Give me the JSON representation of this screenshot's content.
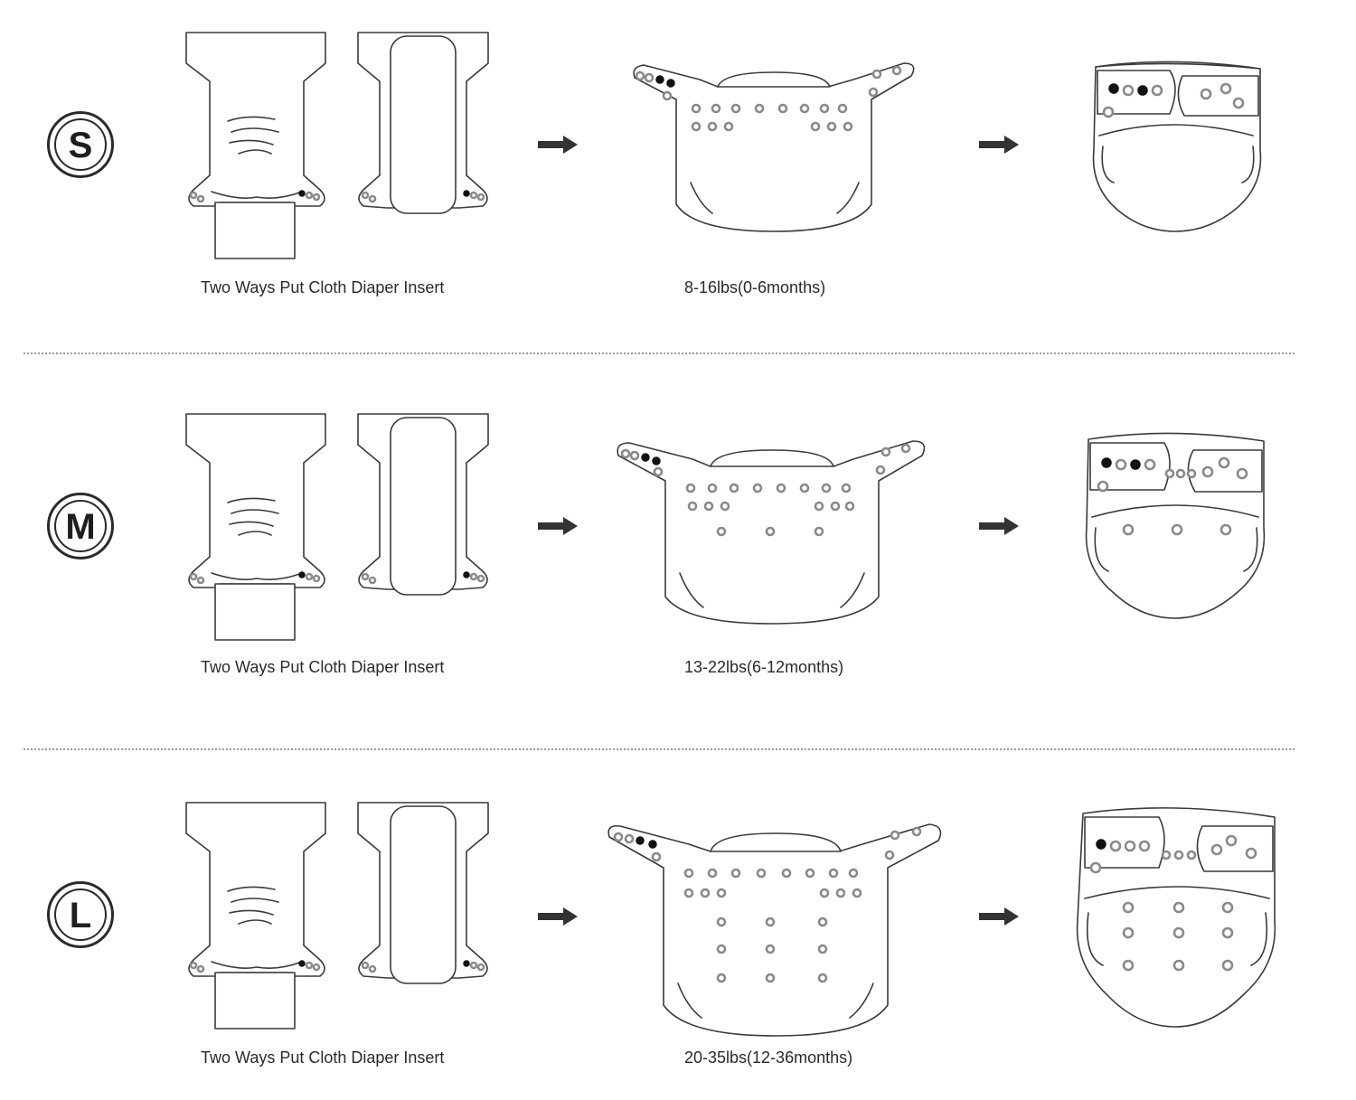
{
  "rows": [
    {
      "size": "S",
      "insert_caption": "Two Ways Put Cloth Diaper Insert",
      "weight_caption": "8-16lbs(0-6months)"
    },
    {
      "size": "M",
      "insert_caption": "Two Ways Put Cloth Diaper Insert",
      "weight_caption": "13-22lbs(6-12months)"
    },
    {
      "size": "L",
      "insert_caption": "Two Ways Put Cloth Diaper Insert",
      "weight_caption": "20-35lbs(12-36months)"
    }
  ],
  "colors": {
    "line": "#3a3a3a",
    "snap": "#8a8a8a",
    "snap_dark": "#111111",
    "divider": "#9a9a9a"
  }
}
